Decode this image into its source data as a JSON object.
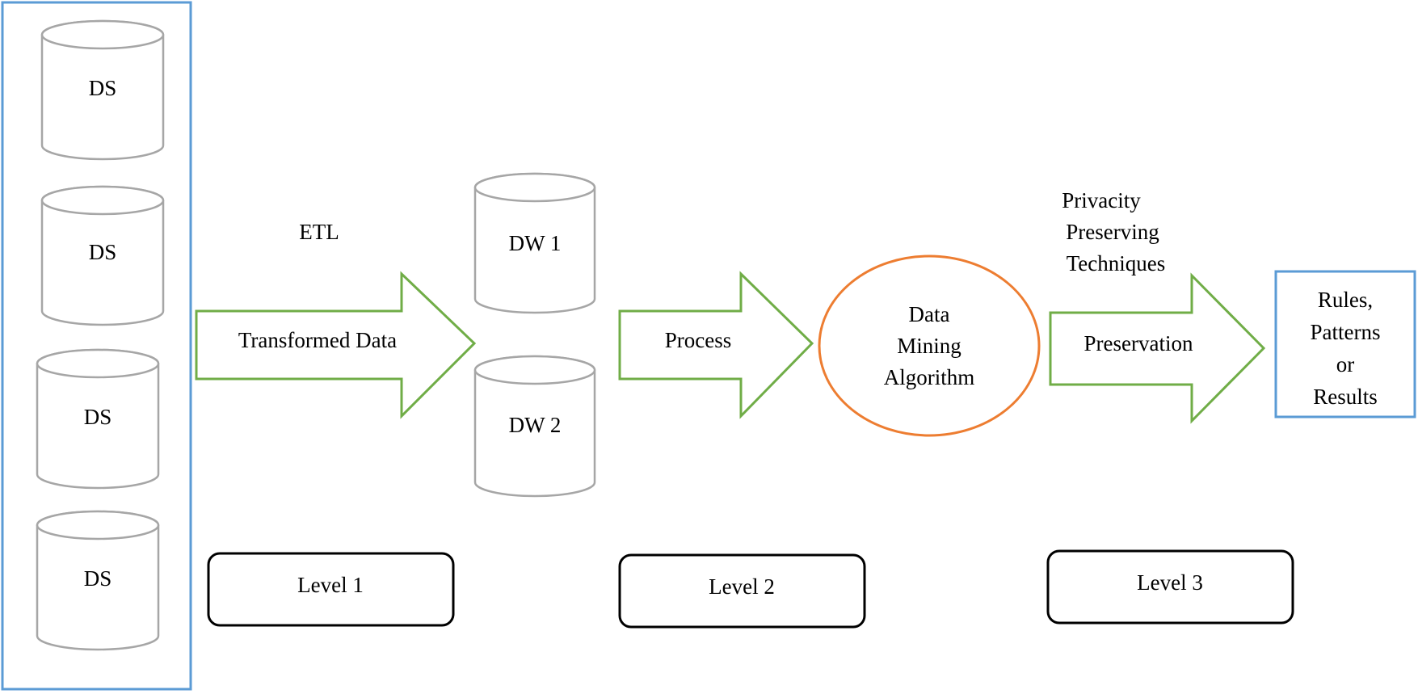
{
  "colors": {
    "arrow_stroke": "#70ad47",
    "cylinder_stroke": "#a6a6a6",
    "frame_stroke": "#5b9bd5",
    "ellipse_stroke": "#ed7d31",
    "level_stroke": "#000000"
  },
  "data_sources": [
    "DS",
    "DS",
    "DS",
    "DS"
  ],
  "etl": {
    "heading": "ETL",
    "arrow_label": "Transformed Data"
  },
  "warehouses": [
    "DW 1",
    "DW 2"
  ],
  "process": {
    "arrow_label": "Process"
  },
  "data_mining": {
    "lines": [
      "Data",
      "Mining",
      "Algorithm"
    ]
  },
  "privacy": {
    "heading_lines": [
      "Privacity",
      "Preserving",
      "Techniques"
    ],
    "arrow_label": "Preservation"
  },
  "output": {
    "lines": [
      "Rules,",
      "Patterns",
      "or",
      "Results"
    ]
  },
  "levels": [
    "Level 1",
    "Level 2",
    "Level 3"
  ]
}
